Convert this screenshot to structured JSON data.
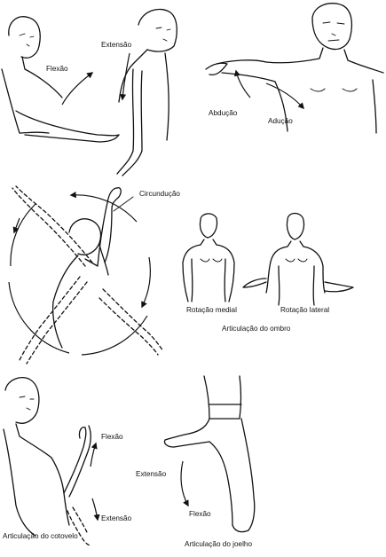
{
  "labels": {
    "shoulder_flexion": "Flexão",
    "shoulder_extension": "Extensão",
    "abduction": "Abdução",
    "adduction": "Adução",
    "circumduction": "Circundução",
    "medial_rotation": "Rotação medial",
    "lateral_rotation": "Rotação lateral",
    "shoulder_joint": "Articulação do ombro",
    "elbow_flexion": "Flexão",
    "elbow_extension": "Extensão",
    "elbow_joint": "Articulação do cotovelo",
    "knee_extension": "Extensão",
    "knee_flexion": "Flexão",
    "knee_joint": "Articulação do joelho"
  }
}
